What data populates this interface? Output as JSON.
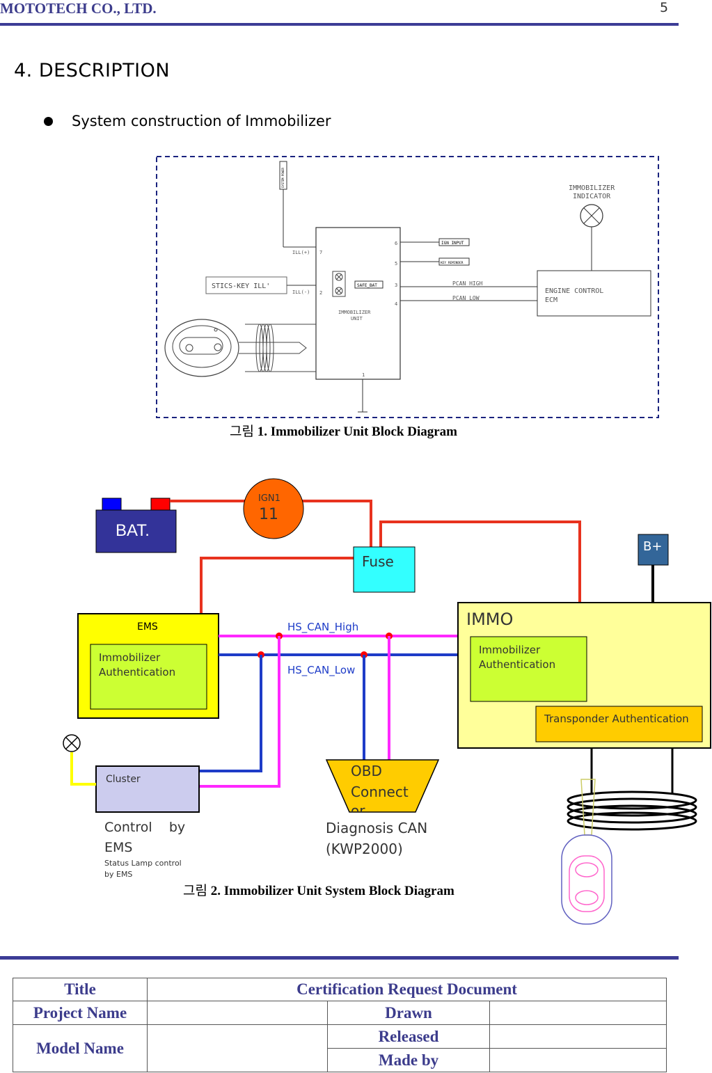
{
  "header": {
    "company": "MOTOTECH CO., LTD.",
    "page_number": "5"
  },
  "section": {
    "title": "4. DESCRIPTION",
    "bullet": "System construction of Immobilizer"
  },
  "figure1": {
    "caption_prefix": "그림",
    "caption": "1. Immobilizer Unit Block Diagram",
    "labels": {
      "system_power": "SYSTEM POWER",
      "ill_plus": "ILL(+)",
      "ill_minus": "ILL(-)",
      "stics": "STICS-KEY ILL'",
      "pin7": "7",
      "pin2": "2",
      "pin6": "6",
      "pin5": "5",
      "pin3": "3",
      "pin4": "4",
      "pin1": "1",
      "safe_bat": "SAFE_BAT",
      "unit": "IMMOBILIZER",
      "unit2": "UNIT",
      "ign_input": "IGN INPUT",
      "key_reminder": "KEY REMINDER",
      "pcan_high": "PCAN HIGH",
      "pcan_low": "PCAN LOW",
      "indicator": "IMMOBILIZER",
      "indicator2": "INDICATOR",
      "ecm": "ENGINE CONTROL",
      "ecm2": "ECM"
    }
  },
  "figure2": {
    "caption_prefix": "그림",
    "caption": "2. Immobilizer Unit System Block Diagram",
    "labels": {
      "bat": "BAT.",
      "ign1": "IGN1",
      "ign_num": "11",
      "fuse": "Fuse",
      "bplus": "B+",
      "ems": "EMS",
      "ems_auth_1": "Immobilizer",
      "ems_auth_2": "Authentication",
      "hs_high": "HS_CAN_High",
      "hs_low": "HS_CAN_Low",
      "immo": "IMMO",
      "immo_auth_1": "Immobilizer",
      "immo_auth_2": "Authentication",
      "transponder": "Transponder Authentication",
      "cluster": "Cluster",
      "obd_1": "OBD",
      "obd_2": "Connect",
      "obd_3": "or",
      "diag_1": "Diagnosis CAN",
      "diag_2": "(KWP2000)",
      "ctrl_1": "Control    by",
      "ctrl_2": "EMS",
      "status_1": "Status Lamp control",
      "status_2": "by EMS"
    },
    "colors": {
      "power": "#e8321e",
      "can_high": "#ff28ff",
      "can_low": "#1e3cc8",
      "ems": "#ffff00",
      "immo": "#ffff9a",
      "auth": "#ccff33",
      "fuse": "#33ffff",
      "obd": "#ffcc00"
    }
  },
  "footer_table": {
    "title_label": "Title",
    "title_value": "Certification Request Document",
    "project_label": "Project Name",
    "project_value": "",
    "drawn_label": "Drawn",
    "drawn_value": "",
    "model_label": "Model Name",
    "model_value": "",
    "released_label": "Released",
    "released_value": "",
    "madeby_label": "Made by",
    "madeby_value": ""
  }
}
